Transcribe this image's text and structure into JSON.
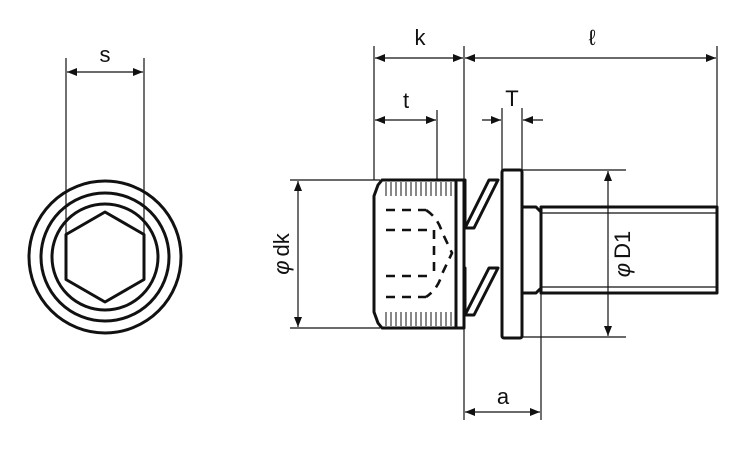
{
  "labels": {
    "s": "s",
    "k": "k",
    "l": "ℓ",
    "t": "t",
    "T": "T",
    "dk_phi": "φ",
    "dk": "dk",
    "D1_phi": "φ",
    "D1": "D1",
    "a": "a"
  },
  "colors": {
    "line": "#111111",
    "background": "#ffffff"
  }
}
